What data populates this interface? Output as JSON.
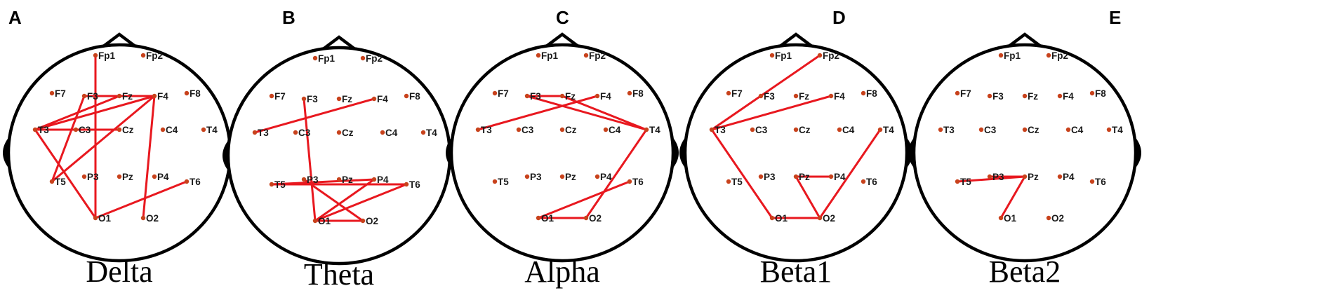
{
  "colors": {
    "edge": "#e8181f",
    "electrode": "#c8421c",
    "outline": "#000000"
  },
  "electrodes": [
    "Fp1",
    "Fp2",
    "F7",
    "F3",
    "Fz",
    "F4",
    "F8",
    "T3",
    "C3",
    "Cz",
    "C4",
    "T4",
    "T5",
    "P3",
    "Pz",
    "P4",
    "T6",
    "O1",
    "O2"
  ],
  "panels": [
    {
      "letter": "A",
      "title": "Delta",
      "connections": [
        [
          "Fp1",
          "O1"
        ],
        [
          "F3",
          "F4"
        ],
        [
          "Fz",
          "T3"
        ],
        [
          "F4",
          "T3"
        ],
        [
          "F3",
          "T5"
        ],
        [
          "F4",
          "T5"
        ],
        [
          "T3",
          "Cz"
        ],
        [
          "T3",
          "O1"
        ],
        [
          "F4",
          "O2"
        ],
        [
          "O1",
          "T6"
        ]
      ]
    },
    {
      "letter": "B",
      "title": "Theta",
      "connections": [
        [
          "T3",
          "F4"
        ],
        [
          "F3",
          "O1"
        ],
        [
          "T5",
          "P4"
        ],
        [
          "T5",
          "T6"
        ],
        [
          "P3",
          "O2"
        ],
        [
          "O1",
          "P4"
        ],
        [
          "O1",
          "T6"
        ],
        [
          "O1",
          "O2"
        ]
      ]
    },
    {
      "letter": "C",
      "title": "Alpha",
      "connections": [
        [
          "T3",
          "F4"
        ],
        [
          "F3",
          "T4"
        ],
        [
          "F3",
          "Fz"
        ],
        [
          "Fz",
          "T4"
        ],
        [
          "T4",
          "O2"
        ],
        [
          "O1",
          "O2"
        ],
        [
          "O1",
          "T6"
        ]
      ]
    },
    {
      "letter": "D",
      "title": "Beta1",
      "connections": [
        [
          "T3",
          "Fp2"
        ],
        [
          "T3",
          "F4"
        ],
        [
          "T3",
          "O1"
        ],
        [
          "O1",
          "O2"
        ],
        [
          "O2",
          "T4"
        ],
        [
          "O2",
          "Pz"
        ],
        [
          "Pz",
          "P4"
        ]
      ]
    },
    {
      "letter": "E",
      "title": "Beta2",
      "connections": [
        [
          "T5",
          "Pz"
        ],
        [
          "P3",
          "Pz"
        ],
        [
          "Pz",
          "O1"
        ]
      ]
    }
  ]
}
